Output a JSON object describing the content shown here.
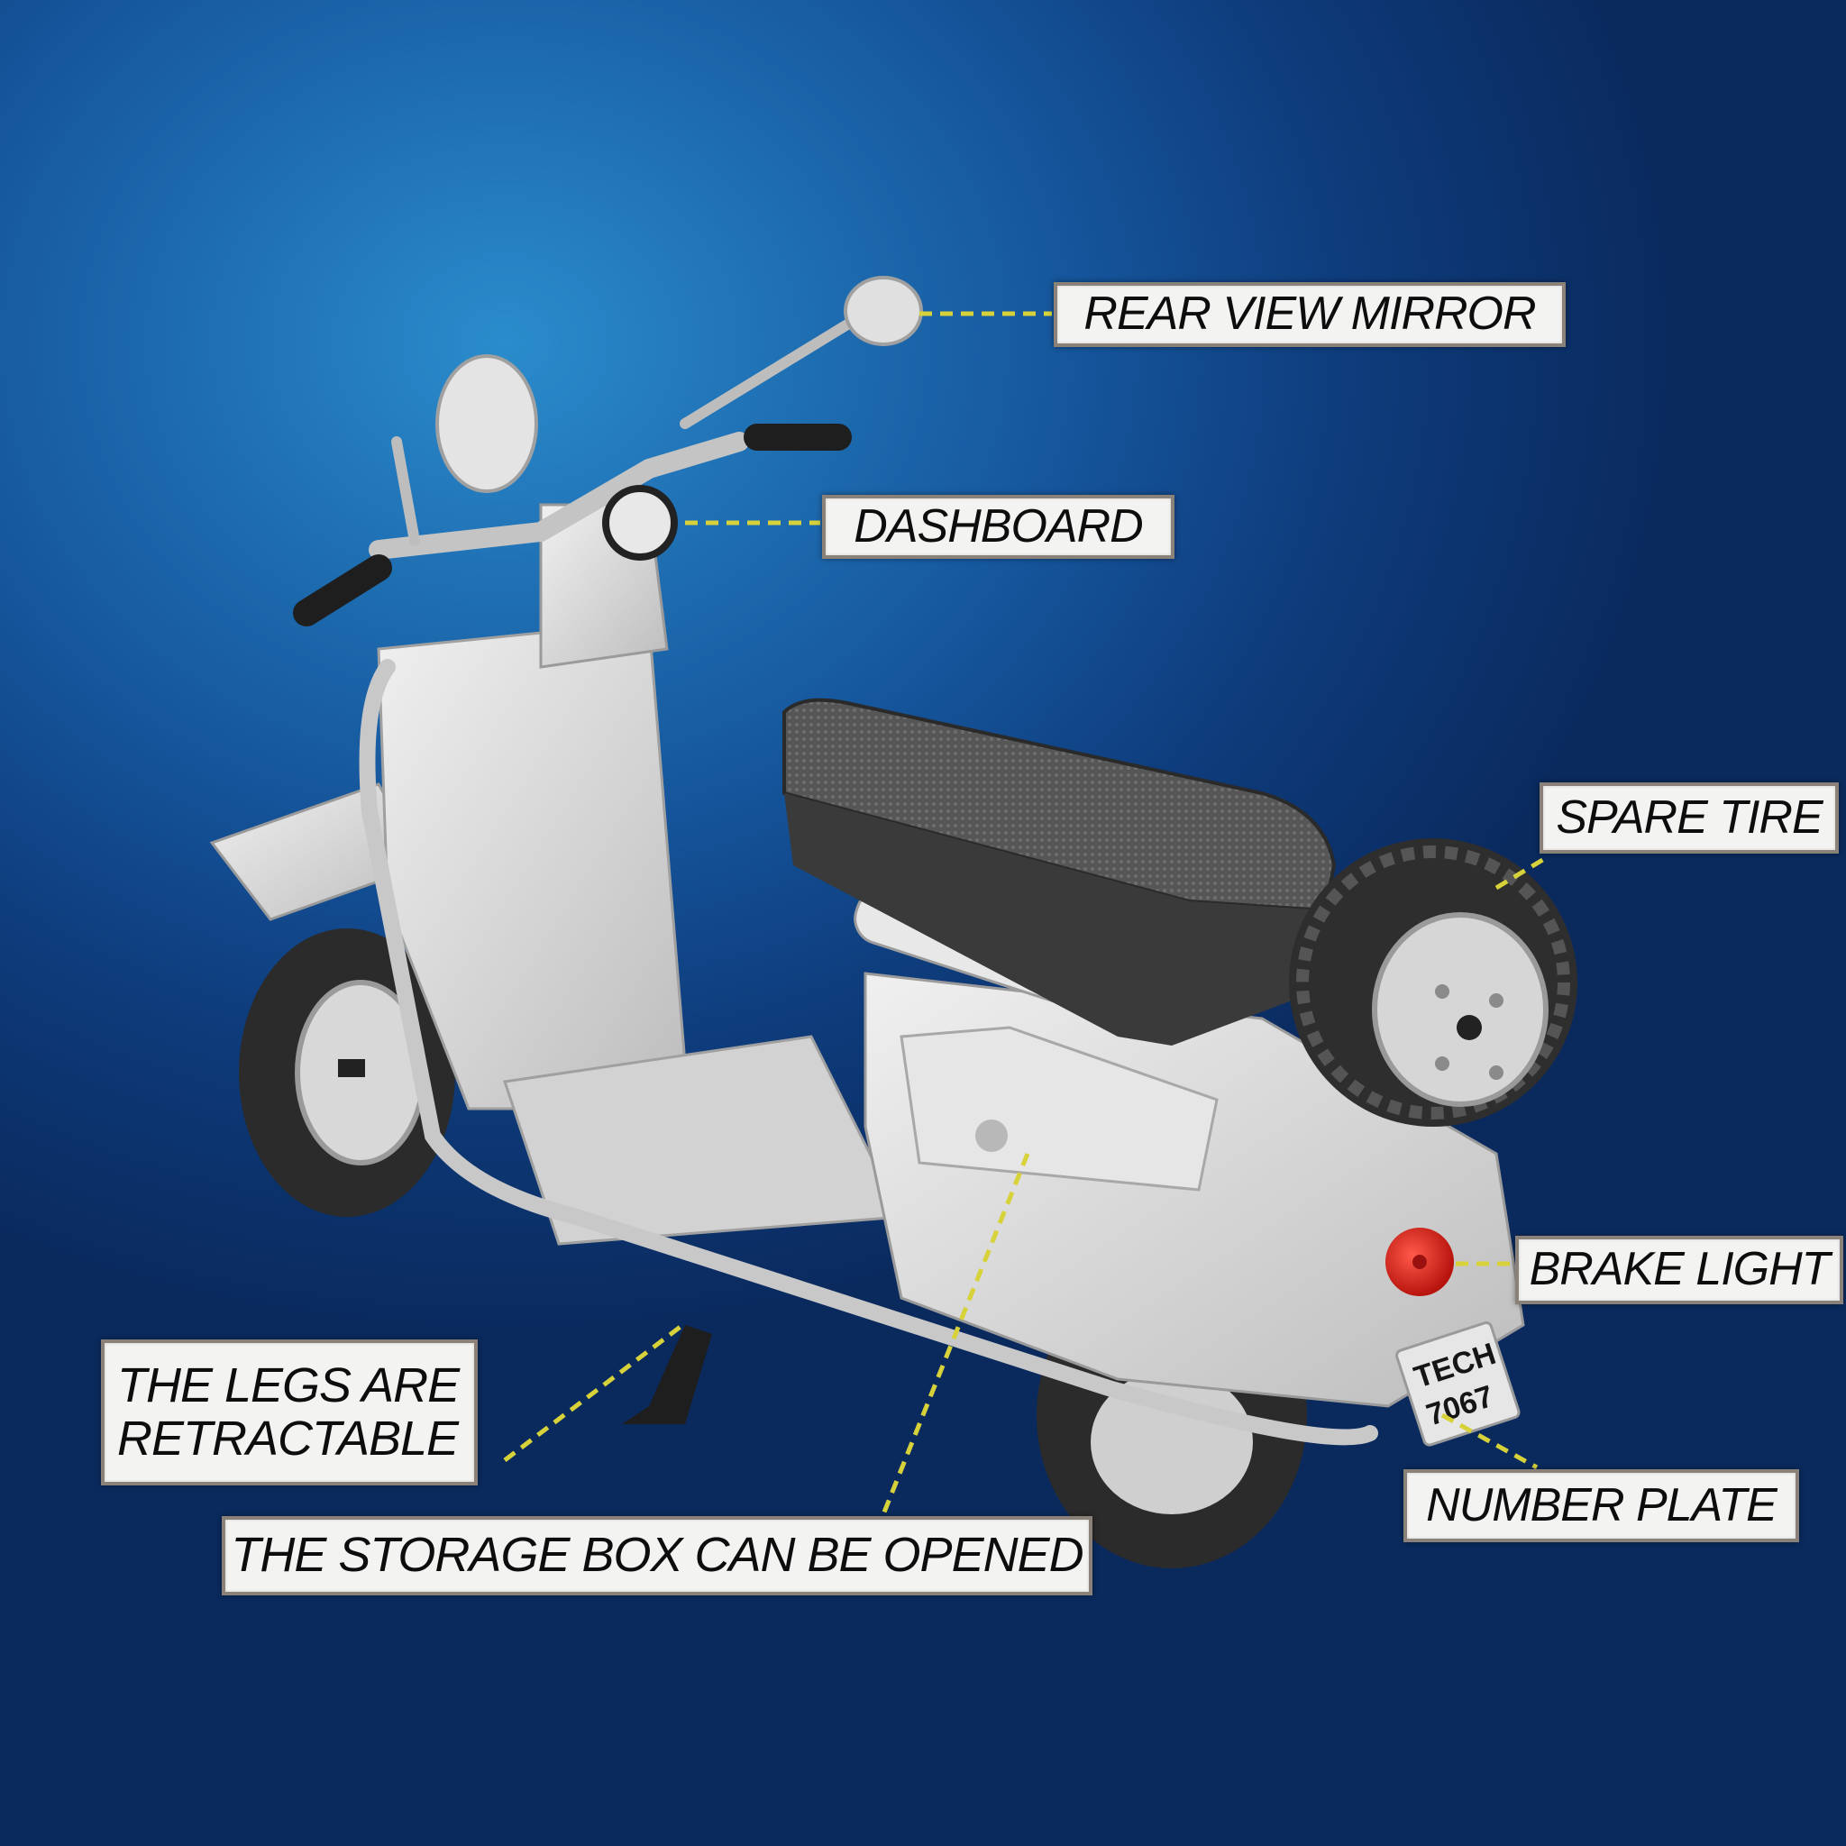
{
  "colors": {
    "background_center": "#2a8ccc",
    "background_edge": "#0a2a5e",
    "label_fill": "#f3f3f1",
    "label_border": "#8a8278",
    "leader_line": "#d8d23a",
    "scooter_body": "#d9d9d9",
    "seat": "#4a4a4a",
    "brake_light": "#e0241c"
  },
  "scooter": {
    "number_plate": {
      "line1": "TECH",
      "line2": "7067"
    }
  },
  "callouts": [
    {
      "id": "rear-view-mirror",
      "text": "REAR VIEW MIRROR"
    },
    {
      "id": "dashboard",
      "text": "DASHBOARD"
    },
    {
      "id": "spare-tire",
      "text": "SPARE TIRE"
    },
    {
      "id": "brake-light",
      "text": "BRAKE LIGHT"
    },
    {
      "id": "number-plate",
      "text": "NUMBER PLATE"
    },
    {
      "id": "legs",
      "lines": [
        "THE LEGS ARE",
        "RETRACTABLE"
      ]
    },
    {
      "id": "storage-box",
      "text": "THE STORAGE BOX CAN BE OPENED"
    }
  ]
}
